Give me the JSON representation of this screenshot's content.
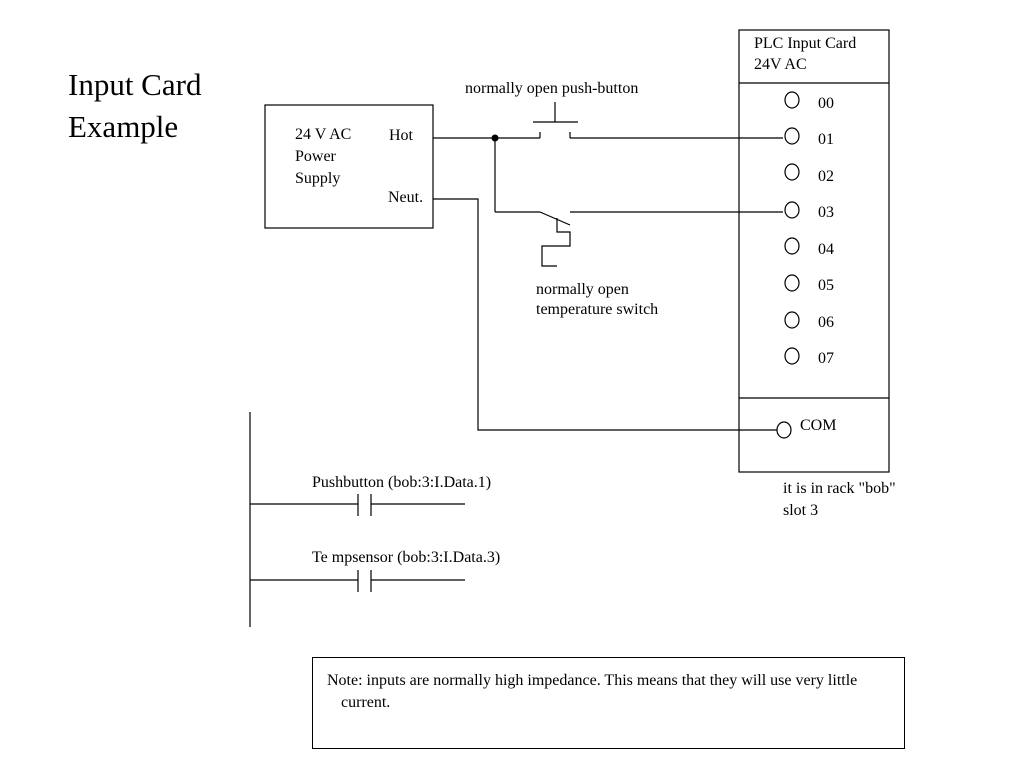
{
  "title": {
    "line1": "Input Card",
    "line2": "Example"
  },
  "power_supply": {
    "label_lines": [
      "24 V AC",
      "Power",
      "Supply"
    ],
    "hot_label": "Hot",
    "neutral_label": "Neut."
  },
  "push_button": {
    "label": "normally open push-button"
  },
  "temp_switch": {
    "label_lines": [
      "normally open",
      "temperature switch"
    ]
  },
  "plc_card": {
    "header_lines": [
      "PLC Input Card",
      "24V AC"
    ],
    "terminals": [
      "00",
      "01",
      "02",
      "03",
      "04",
      "05",
      "06",
      "07"
    ],
    "com_label": "COM",
    "location_lines": [
      "it is in rack \"bob\"",
      "slot 3"
    ]
  },
  "ladder": {
    "rungs": [
      {
        "label": "Pushbutton (bob:3:I.Data.1)"
      },
      {
        "label": "Te mpsensor (bob:3:I.Data.3)"
      }
    ]
  },
  "note": {
    "text": "Note: inputs are normally high impedance. This means that they will use very little current."
  }
}
